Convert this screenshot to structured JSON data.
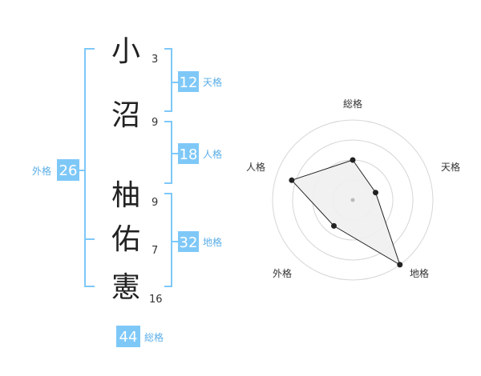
{
  "name": {
    "characters": [
      {
        "char": "小",
        "strokes": "3"
      },
      {
        "char": "沼",
        "strokes": "9"
      },
      {
        "char": "柚",
        "strokes": "9"
      },
      {
        "char": "佑",
        "strokes": "7"
      },
      {
        "char": "憲",
        "strokes": "16"
      }
    ]
  },
  "fortunes": {
    "tenkaku": {
      "value": "12",
      "label": "天格"
    },
    "jinkaku": {
      "value": "18",
      "label": "人格"
    },
    "chikaku": {
      "value": "32",
      "label": "地格"
    },
    "gaikaku": {
      "value": "26",
      "label": "外格"
    },
    "soukaku": {
      "value": "44",
      "label": "総格"
    }
  },
  "chart_data": {
    "type": "radar",
    "axes": [
      "総格",
      "天格",
      "地格",
      "外格",
      "人格"
    ],
    "values": [
      0.5,
      0.3,
      1.0,
      0.4,
      0.8
    ],
    "range": [
      0,
      1
    ],
    "rings": 4,
    "colors": {
      "fill": "#efefef",
      "line": "#222222",
      "grid": "#d6d6d6",
      "accent": "#7ec8f8"
    }
  }
}
